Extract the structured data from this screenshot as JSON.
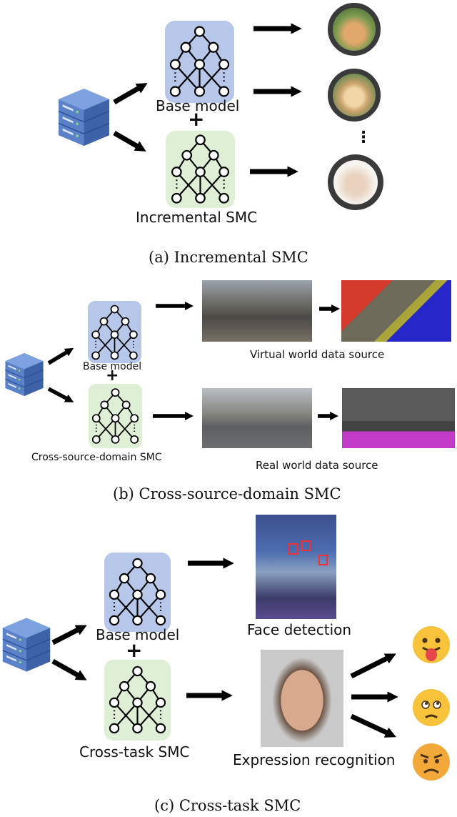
{
  "panel_a": {
    "base_label": "Base model",
    "plus": "+",
    "incremental_label": "Incremental SMC",
    "ellipsis": "⋮",
    "caption": "(a)  Incremental SMC"
  },
  "panel_b": {
    "base_label": "Base model",
    "plus": "+",
    "cross_label": "Cross-source-domain SMC",
    "virtual_label": "Virtual world data source",
    "real_label": "Real world data source",
    "caption": "(b)  Cross-source-domain SMC"
  },
  "panel_c": {
    "base_label": "Base model",
    "plus": "+",
    "cross_label": "Cross-task SMC",
    "face_label": "Face detection",
    "expr_label": "Expression recognition",
    "caption": "(c)  Cross-task SMC"
  },
  "colors": {
    "base_box": "#b6c7ea",
    "smc_box": "#deefd6",
    "server": "#5b82c9",
    "server_dark": "#3d62a8",
    "led": "#8fe06a",
    "arrow": "#000000",
    "emoji": "#f7c33b"
  }
}
